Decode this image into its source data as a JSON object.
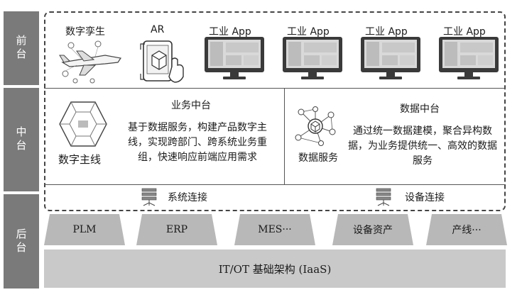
{
  "tiers": {
    "front": "前台",
    "middle": "中台",
    "back": "后台"
  },
  "front": {
    "digital_twin": "数字孪生",
    "ar": "AR",
    "apps": [
      "工业 App",
      "工业 App",
      "工业 App",
      "工业 App"
    ]
  },
  "middle": {
    "business_title": "业务中台",
    "business_desc": [
      "基于数据服务，构建产品数字主",
      "线，实现跨部门、跨系统业务重",
      "组，快速响应前端应用需求"
    ],
    "digital_thread": "数字主线",
    "data_title": "数据中台",
    "data_desc": [
      "通过统一数据建模，聚合异构数",
      "据，为业务提供统一、高效的数据",
      "服务"
    ],
    "data_service": "数据服务"
  },
  "connect": {
    "system": "系统连接",
    "device": "设备连接"
  },
  "back": {
    "systems": [
      "PLM",
      "ERP",
      "MES···",
      "设备资产",
      "产线···"
    ],
    "infra": "IT/OT 基础架构 (IaaS)"
  },
  "colors": {
    "tier_bg": "#7a7a7a",
    "trap_fill": "#b8b8b8",
    "infra_fill": "#c9c9c9"
  }
}
